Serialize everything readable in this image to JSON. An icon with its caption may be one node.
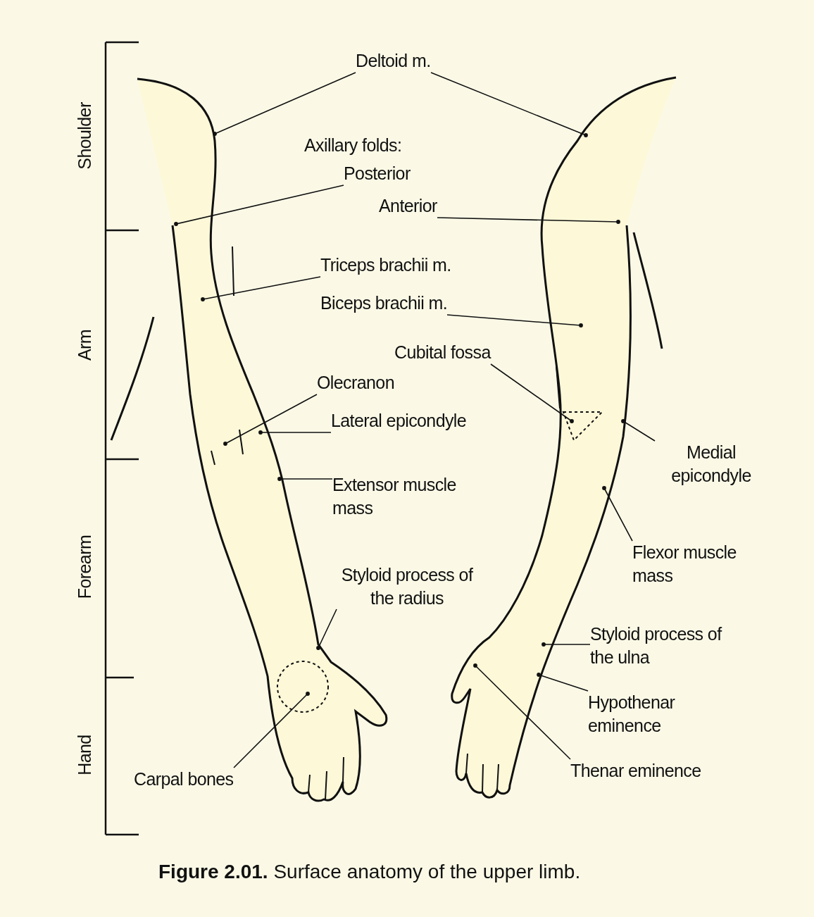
{
  "diagram": {
    "caption": "**Figure 2.01.** Surface anatomy of the upper limb.",
    "nodes": [
      {
        "text": [
          "Deltoid m."
        ]
      },
      {
        "text": [
          "Posterior"
        ]
      },
      {
        "text": [
          "Anterior"
        ]
      },
      {
        "text": [
          "Triceps brachii m."
        ]
      },
      {
        "text": [
          "Biceps brachii m."
        ]
      },
      {
        "text": [
          "Cubital fossa"
        ]
      },
      {
        "text": [
          "Olecranon"
        ]
      },
      {
        "text": [
          "Lateral epicondyle"
        ]
      },
      {
        "text": [
          "Medial epicondyle"
        ]
      },
      {
        "text": [
          "Extensor muscle mass"
        ]
      },
      {
        "text": [
          "Flexor muscle mass"
        ]
      },
      {
        "text": [
          "Styloid process of the radius"
        ]
      },
      {
        "text": [
          "Styloid process of the ulna"
        ]
      },
      {
        "text": [
          "Hypothenar eminence"
        ]
      },
      {
        "text": [
          "Carpal bones"
        ]
      },
      {
        "text": [
          "Thenar eminence"
        ]
      }
    ],
    "edges": [
      {
        "from": 0,
        "to": null,
        "arrow": "other"
      },
      {
        "from": 0,
        "to": null,
        "arrow": "other"
      },
      {
        "from": 1,
        "to": null,
        "arrow": "other"
      },
      {
        "from": 2,
        "to": null,
        "arrow": "other"
      },
      {
        "from": 3,
        "to": null,
        "arrow": "other"
      },
      {
        "from": 4,
        "to": null,
        "arrow": "other"
      },
      {
        "from": 5,
        "to": null,
        "arrow": "other"
      },
      {
        "from": 6,
        "to": null,
        "arrow": "other"
      },
      {
        "from": 7,
        "to": null,
        "arrow": "other"
      },
      {
        "from": 8,
        "to": null,
        "arrow": "other"
      },
      {
        "from": 9,
        "to": null,
        "arrow": "other"
      },
      {
        "from": 10,
        "to": null,
        "arrow": "other"
      },
      {
        "from": 11,
        "to": null,
        "arrow": "other"
      },
      {
        "from": 12,
        "to": null,
        "arrow": "other"
      },
      {
        "from": 13,
        "to": null,
        "arrow": "other"
      },
      {
        "from": 14,
        "to": null,
        "arrow": "other"
      },
      {
        "from": 15,
        "to": null,
        "arrow": "other"
      }
    ],
    "labels": [
      "Shoulder",
      "Axillary folds:",
      "Arm",
      "Forearm",
      "Hand"
    ]
  }
}
